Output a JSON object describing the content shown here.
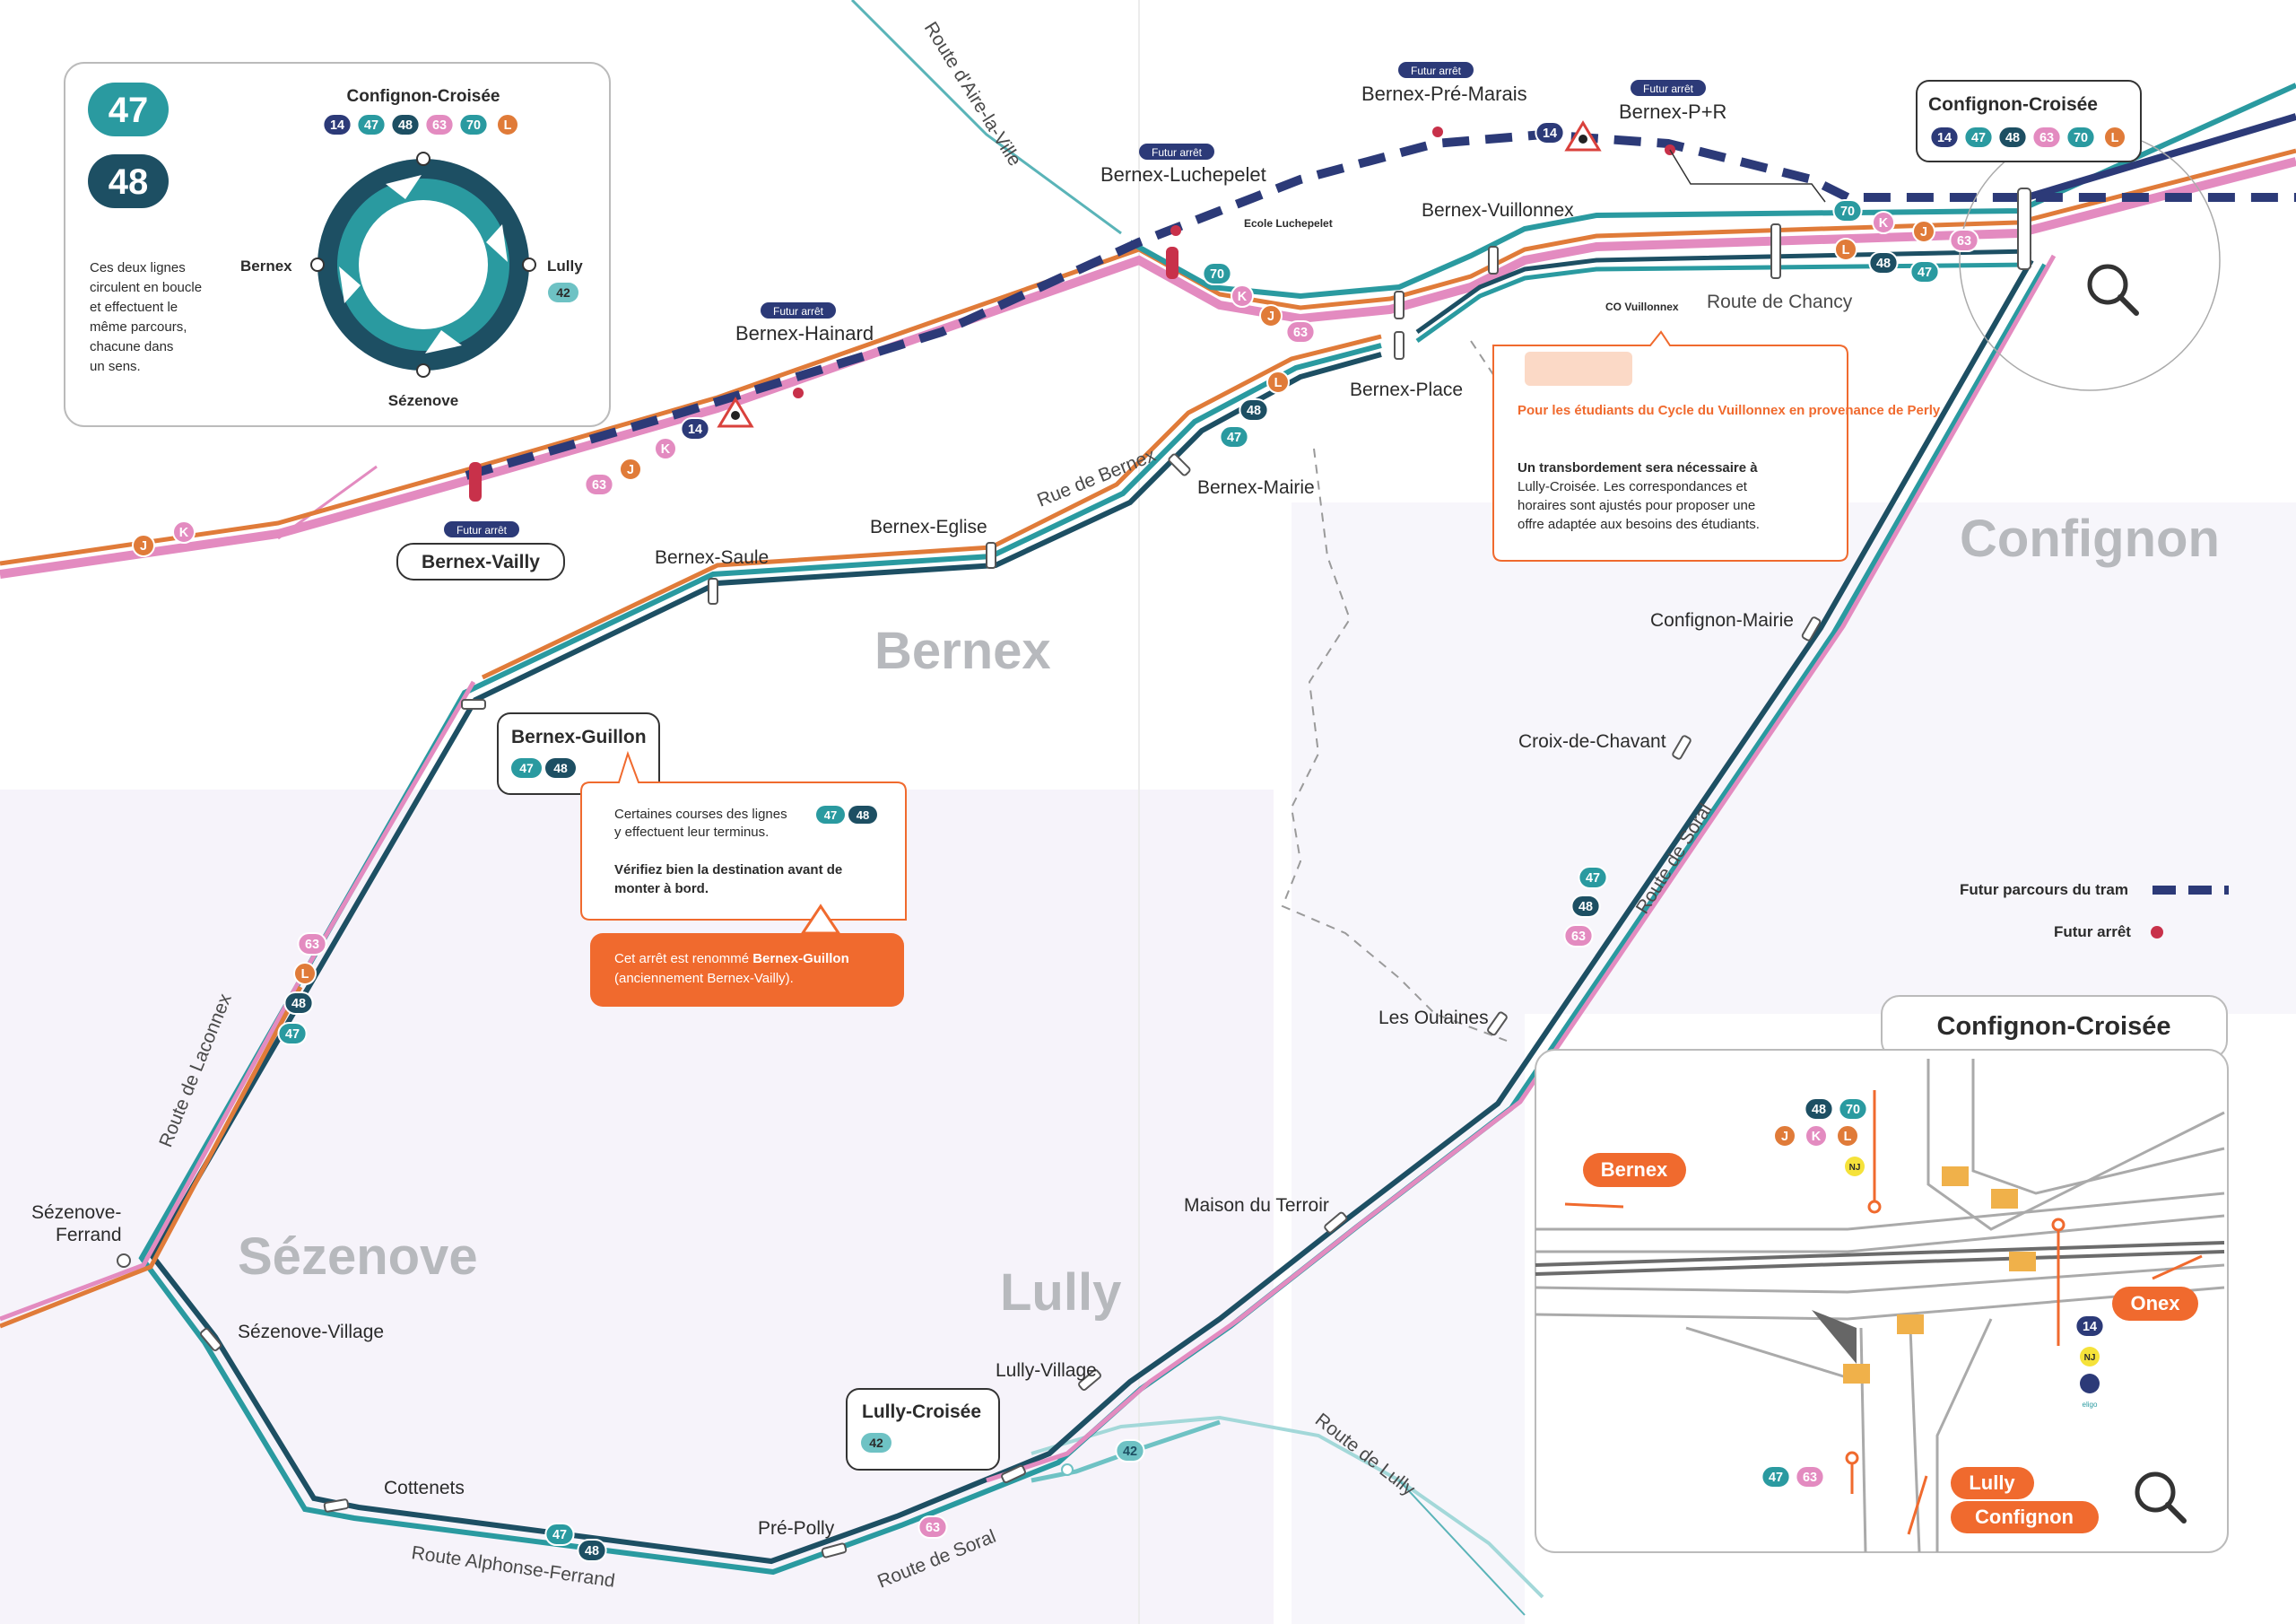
{
  "colors": {
    "line47": "#2a9aa0",
    "line48": "#1d4f63",
    "line63": "#e38bc0",
    "lineL": "#e07b39",
    "line14": "#2c3a78",
    "line70": "#2a9aa0",
    "line42": "#6ec2c4",
    "lineJ": "#e07b39",
    "lineK": "#e38bc0",
    "accent_orange": "#f06a2e",
    "tram_future": "#2c3a78",
    "future_stop": "#c8314a",
    "area_text": "#b7b9bd"
  },
  "inset_loop": {
    "badge_47": "47",
    "badge_48": "48",
    "top_title": "Confignon-Croisée",
    "top_badges": [
      "14",
      "47",
      "48",
      "63",
      "70",
      "L"
    ],
    "left": "Bernex",
    "right": "Lully",
    "right_badge": "42",
    "bottom": "Sézenove",
    "description": [
      "Ces deux lignes",
      "circulent en boucle",
      "et effectuent le",
      "même parcours,",
      "chacune dans",
      "un sens."
    ]
  },
  "areas": {
    "bernex": "Bernex",
    "confignon": "Confignon",
    "sezenove": "Sézenove",
    "lully": "Lully"
  },
  "roads": {
    "aire_la_ville": "Route d'Aire-la-Ville",
    "bernex_rue": "Rue de Bernex",
    "chancy": "Route de Chancy",
    "soral_east": "Route de Soral",
    "laconnex": "Route de Laconnex",
    "alphonse": "Route Alphonse-Ferrand",
    "soral_south": "Route de Soral",
    "lully_road": "Route de Lully"
  },
  "future_stop_label": "Futur arrêt",
  "future_stops": {
    "luchepelet": "Bernex-Luchepelet",
    "pre_marais": "Bernex-Pré-Marais",
    "p_r": "Bernex-P+R",
    "hainard": "Bernex-Hainard"
  },
  "stops": {
    "vuillonnex": "Bernex-Vuillonnex",
    "ecole": "Ecole Luchepelet",
    "co_vuillonnex": "CO Vuillonnex",
    "place": "Bernex-Place",
    "mairie": "Bernex-Mairie",
    "eglise": "Bernex-Eglise",
    "saule": "Bernex-Saule",
    "confignon_mairie": "Confignon-Mairie",
    "croix_chavant": "Croix-de-Chavant",
    "oulaines": "Les Oulaines",
    "terroir": "Maison du Terroir",
    "lully_village": "Lully-Village",
    "pre_polly": "Pré-Polly",
    "cottenets": "Cottenets",
    "sezenove_village": "Sézenove-Village",
    "sezenove_ferrand": [
      "Sézenove-",
      "Ferrand"
    ]
  },
  "boxed_stops": {
    "vailly": "Bernex-Vailly",
    "guillon": "Bernex-Guillon",
    "guillon_badges": [
      "47",
      "48"
    ],
    "lully_croisee": "Lully-Croisée",
    "lully_croisee_badge": "42",
    "confignon_croisee": "Confignon-Croisée",
    "confignon_croisee_badges": [
      "14",
      "47",
      "48",
      "63",
      "70",
      "L"
    ]
  },
  "route_badges": {
    "n14": "14",
    "n47": "47",
    "n48": "48",
    "n63": "63",
    "n70": "70",
    "n42": "42",
    "J": "J",
    "K": "K",
    "L": "L"
  },
  "note_students": {
    "title": "Pour les étudiants du Cycle du Vuillonnex en provenance de Perly",
    "lines": [
      "Un transbordement sera nécessaire à",
      "Lully-Croisée. Les correspondances et",
      "horaires sont ajustés pour proposer une",
      "offre adaptée aux besoins des étudiants."
    ]
  },
  "note_guillon": {
    "line1": "Certaines courses des lignes",
    "line1_badges": [
      "47",
      "48"
    ],
    "line2": "y effectuent leur terminus.",
    "bold1": "Vérifiez bien la destination avant de",
    "bold2": "monter à bord.",
    "alert1_pre": "Cet arrêt est renommé ",
    "alert1_bold": "Bernex-Guillon",
    "alert2": "(anciennement Bernex-Vailly)."
  },
  "legend": {
    "tram": "Futur parcours du tram",
    "stop": "Futur arrêt"
  },
  "detail": {
    "title": "Confignon-Croisée",
    "bernex": "Bernex",
    "onex": "Onex",
    "lully": "Lully",
    "confignon": "Confignon",
    "top_badges": [
      "48",
      "70"
    ],
    "top_badges2": [
      "J",
      "K",
      "L"
    ],
    "nj": "NJ",
    "right_badges": [
      "14"
    ],
    "bottom_badges": [
      "47",
      "63"
    ],
    "right_logo": "eligo"
  }
}
